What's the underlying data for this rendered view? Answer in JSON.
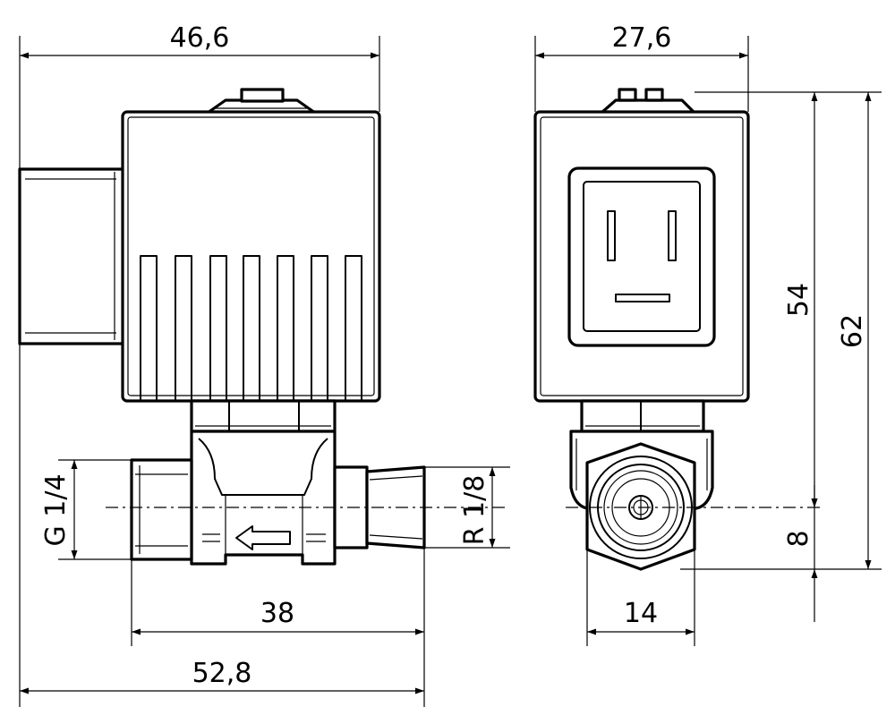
{
  "dimensions": {
    "side_view_width": "46,6",
    "end_view_width": "27,6",
    "height_to_axis": "54",
    "total_height": "62",
    "axis_height": "8",
    "hex_width": "14",
    "body_length": "38",
    "total_length": "52,8",
    "inlet_thread": "G 1/4",
    "outlet_thread": "R 1/8"
  }
}
